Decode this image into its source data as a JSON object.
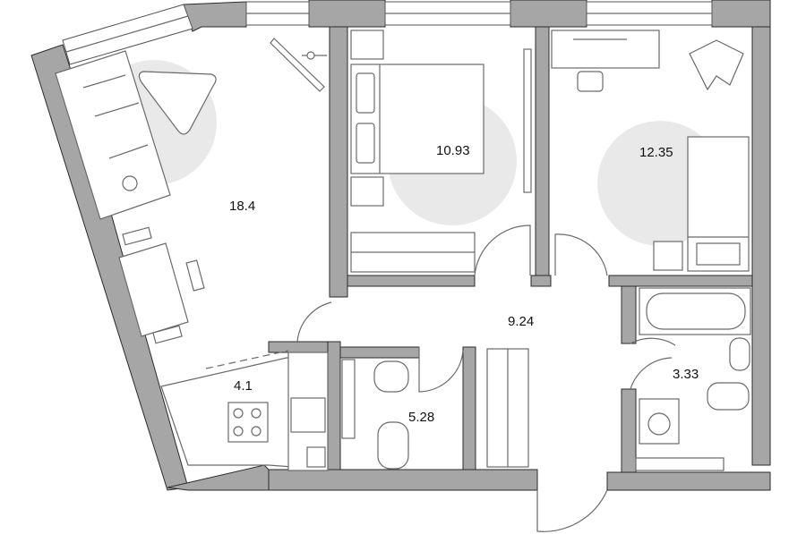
{
  "plan": {
    "rooms": [
      {
        "id": "living",
        "area": "18.4"
      },
      {
        "id": "bedroom-1",
        "area": "10.93"
      },
      {
        "id": "bedroom-2",
        "area": "12.35"
      },
      {
        "id": "hallway",
        "area": "9.24"
      },
      {
        "id": "kitchen",
        "area": "4.1"
      },
      {
        "id": "wc",
        "area": "5.28"
      },
      {
        "id": "bathroom",
        "area": "3.33"
      }
    ],
    "colors": {
      "wall": "#a6a6a6",
      "highlight": "#e9e9e9",
      "line": "#6a6a6a"
    }
  }
}
